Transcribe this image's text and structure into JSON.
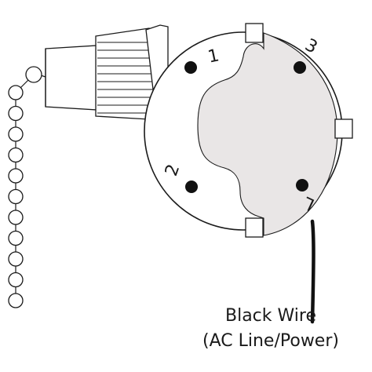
{
  "terminals": [
    {
      "id": "terminal-1",
      "label": "1"
    },
    {
      "id": "terminal-2",
      "label": "2"
    },
    {
      "id": "terminal-3",
      "label": "3"
    },
    {
      "id": "terminal-l",
      "label": "L"
    }
  ],
  "wire": {
    "label_line_1": "Black Wire",
    "label_line_2": "(AC Line/Power)",
    "color": "#111111"
  },
  "colors": {
    "outline": "#1a1a1a",
    "switch_body": "#ffffff",
    "inner_plate": "#e9e6e6",
    "terminal_dot": "#111111"
  },
  "pull_chain": {
    "bead_count": 12
  }
}
